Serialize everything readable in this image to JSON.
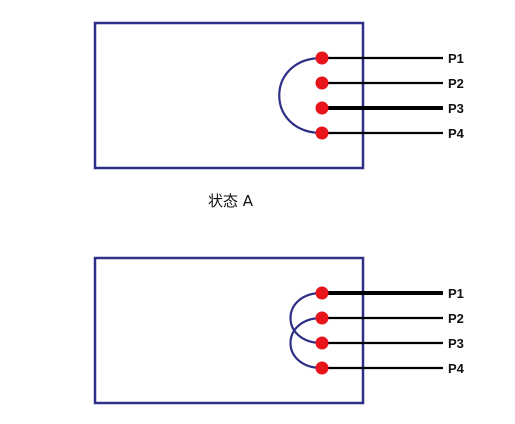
{
  "colors": {
    "box_border": "#2e2f86",
    "jumper": "#2e2f86",
    "wire": "#000000",
    "terminal": "#e8141b",
    "text": "#111111"
  },
  "state_a": {
    "caption": "状态 A",
    "ports": [
      {
        "label": "P1",
        "wire": "thin"
      },
      {
        "label": "P2",
        "wire": "thin"
      },
      {
        "label": "P3",
        "wire": "thick"
      },
      {
        "label": "P4",
        "wire": "thin"
      }
    ],
    "connections": [
      [
        "P1",
        "P4"
      ]
    ]
  },
  "state_b": {
    "ports": [
      {
        "label": "P1",
        "wire": "thick"
      },
      {
        "label": "P2",
        "wire": "thin"
      },
      {
        "label": "P3",
        "wire": "thin"
      },
      {
        "label": "P4",
        "wire": "thin"
      }
    ],
    "connections": [
      [
        "P1",
        "P3"
      ],
      [
        "P2",
        "P4"
      ]
    ]
  }
}
